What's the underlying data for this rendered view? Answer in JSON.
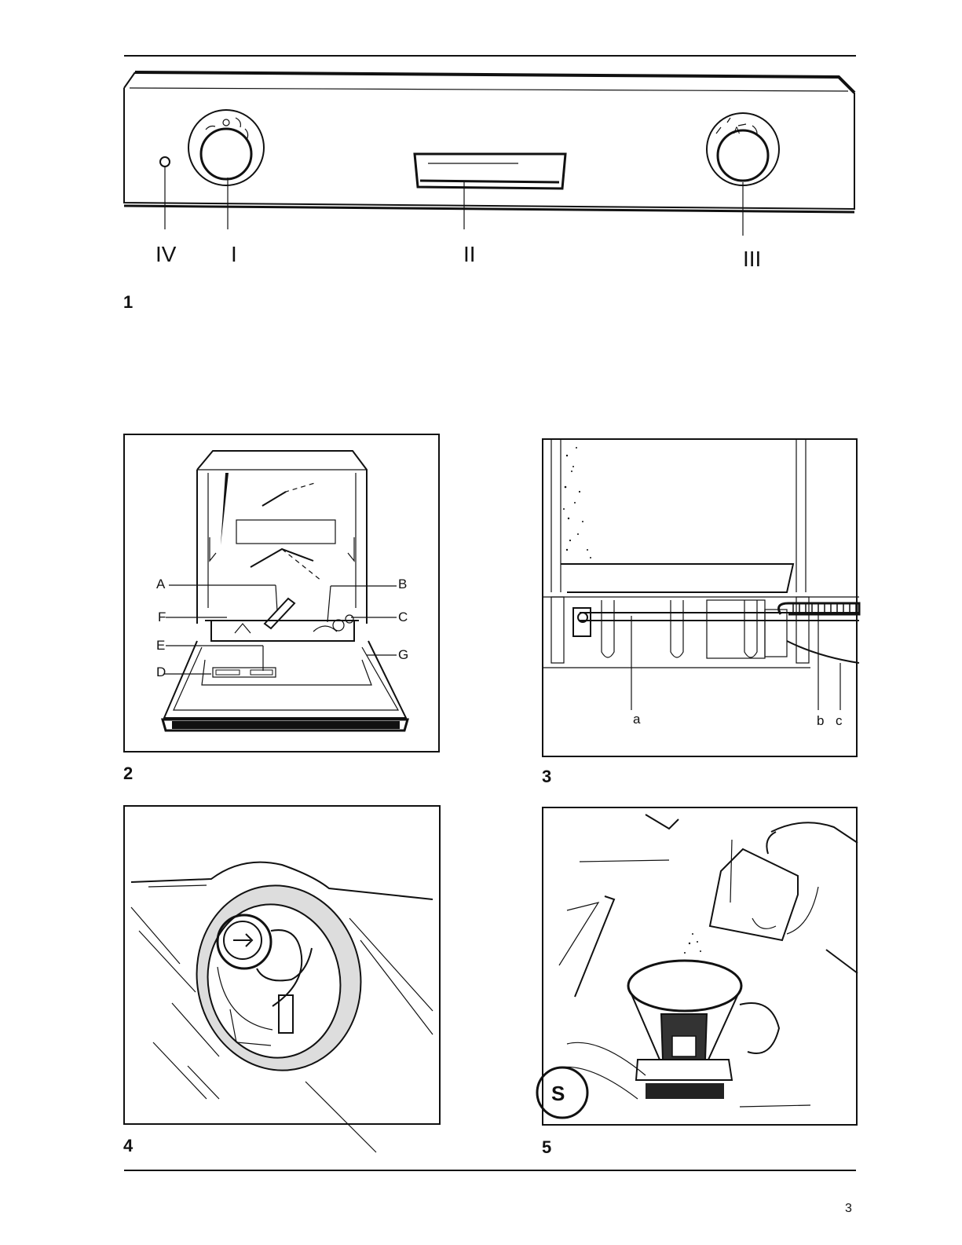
{
  "figures": {
    "fig1": {
      "number": "1",
      "callouts": {
        "iv": "IV",
        "i": "I",
        "ii": "II",
        "iii": "III"
      }
    },
    "fig2": {
      "number": "2",
      "callouts": {
        "a": "A",
        "b": "B",
        "c": "C",
        "d": "D",
        "e": "E",
        "f": "F",
        "g": "G"
      }
    },
    "fig3": {
      "number": "3",
      "callouts": {
        "a": "a",
        "b": "b",
        "c": "c"
      }
    },
    "fig4": {
      "number": "4"
    },
    "fig5": {
      "number": "5"
    }
  },
  "page_number": "3"
}
